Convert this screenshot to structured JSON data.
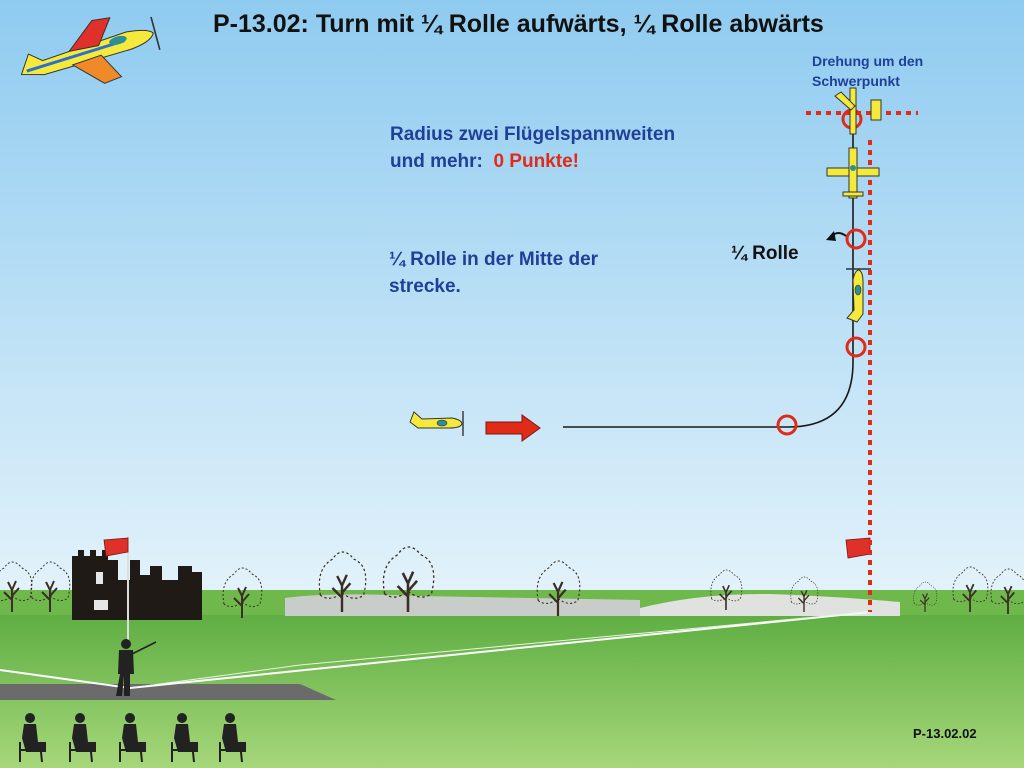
{
  "title": "P-13.02: Turn mit ¼  Rolle aufwärts, ¼  Rolle abwärts",
  "notes": {
    "center_of_gravity_line1": "Drehung um den",
    "center_of_gravity_line2": "Schwerpunkt",
    "radius_line1": "Radius zwei Flügelspannweiten",
    "radius_line2_prefix": "und mehr:",
    "radius_points": "0 Punkte!",
    "mid_roll_line1": "¼  Rolle in der Mitte der",
    "mid_roll_line2": "strecke.",
    "quarter_roll_label": "¼ Rolle"
  },
  "slide_id": "P-13.02.02",
  "colors": {
    "sky_top": "#8fcbf0",
    "sky_bottom": "#e6f4fb",
    "grass": "#7fc35a",
    "title_text": "#111111",
    "note_text": "#1f3f99",
    "highlight_red": "#e02b18",
    "flight_path": "#1a1a1a",
    "marker_circle": "#e02b18",
    "airplane_yellow": "#f5ea3c"
  },
  "icons": [
    "aerobatic-plane-logo-icon",
    "small-plane-icon",
    "direction-arrow-icon",
    "flag-icon",
    "tree-icon",
    "castle-ruin-icon",
    "pilot-figure-icon",
    "spectator-icon"
  ]
}
